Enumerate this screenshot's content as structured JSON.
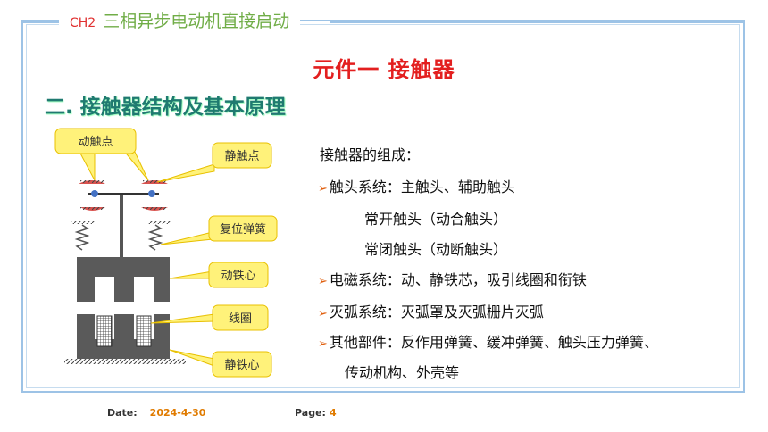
{
  "header": {
    "chapter_code": "CH2",
    "chapter_title": "三相异步电动机直接启动"
  },
  "title": "元件一   接触器",
  "section_title": "二. 接触器结构及基本原理",
  "diagram": {
    "labels": {
      "moving_contact": "动触点",
      "static_contact": "静触点",
      "return_spring": "复位弹簧",
      "moving_core": "动铁心",
      "coil": "线圈",
      "static_core": "静铁心"
    }
  },
  "content": {
    "heading": "接触器的组成：",
    "items": [
      {
        "bullet": "➢",
        "text": "触头系统：主触头、辅助触头"
      },
      {
        "bullet": "",
        "text": "常开触头（动合触头）"
      },
      {
        "bullet": "",
        "text": "常闭触头（动断触头）"
      },
      {
        "bullet": "➢",
        "text": "电磁系统：动、静铁芯，吸引线圈和衔铁"
      },
      {
        "bullet": "➢",
        "text": "灭弧系统：灭弧罩及灭弧栅片灭弧"
      },
      {
        "bullet": "➢",
        "text": "其他部件：反作用弹簧、缓冲弹簧、触头压力弹簧、"
      },
      {
        "bullet": "",
        "text": "传动机构、外壳等"
      }
    ]
  },
  "footer": {
    "date_label": "Date:",
    "date_value": "2024-4-30",
    "page_label": "Page:",
    "page_value": "4"
  },
  "colors": {
    "frame": "#9dc3e6",
    "title": "#e31f1f",
    "section": "#1f7a70",
    "chapter": "#70ad47",
    "callout_fill": "#fff27a"
  }
}
